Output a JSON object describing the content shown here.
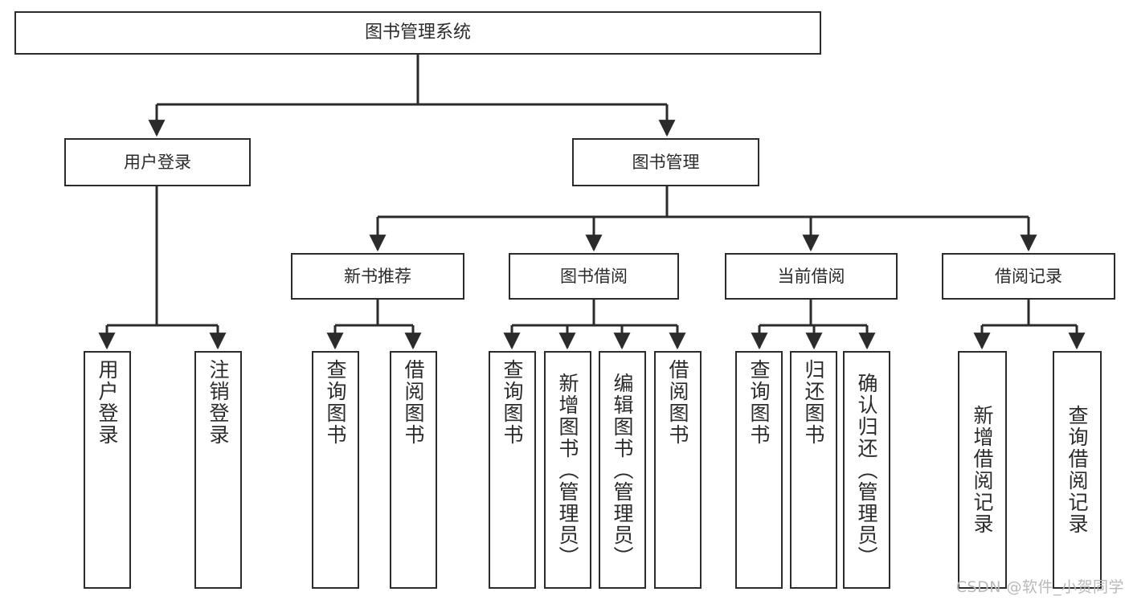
{
  "diagram": {
    "title": "图书管理系统",
    "type": "功能结构图",
    "stroke_color": "#2b2b2b",
    "background_color": "#ffffff",
    "watermark": "CSDN @软件_小贺同学"
  },
  "nodes": {
    "root": {
      "label": "图书管理系统"
    },
    "tier2": [
      {
        "label": "用户登录"
      },
      {
        "label": "图书管理"
      }
    ],
    "tier3": [
      {
        "label": "新书推荐"
      },
      {
        "label": "图书借阅"
      },
      {
        "label": "当前借阅"
      },
      {
        "label": "借阅记录"
      }
    ],
    "leaves": {
      "user_login": [
        {
          "label": "用户登录"
        },
        {
          "label": "注销登录"
        }
      ],
      "new_book": [
        {
          "label": "查询图书"
        },
        {
          "label": "借阅图书"
        }
      ],
      "borrow_book": [
        {
          "label": "查询图书"
        },
        {
          "label": "新增图书（管理员）"
        },
        {
          "label": "编辑图书（管理员）"
        },
        {
          "label": "借阅图书"
        }
      ],
      "current_borrow": [
        {
          "label": "查询图书"
        },
        {
          "label": "归还图书"
        },
        {
          "label": "确认归还（管理员）"
        }
      ],
      "borrow_record": [
        {
          "label": "新增借阅记录"
        },
        {
          "label": "查询借阅记录"
        }
      ]
    }
  },
  "chart_data": {
    "type": "diagram",
    "title": "图书管理系统",
    "hierarchy": [
      {
        "label": "图书管理系统",
        "children": [
          {
            "label": "用户登录",
            "children": [
              {
                "label": "用户登录"
              },
              {
                "label": "注销登录"
              }
            ]
          },
          {
            "label": "图书管理",
            "children": [
              {
                "label": "新书推荐",
                "children": [
                  {
                    "label": "查询图书"
                  },
                  {
                    "label": "借阅图书"
                  }
                ]
              },
              {
                "label": "图书借阅",
                "children": [
                  {
                    "label": "查询图书"
                  },
                  {
                    "label": "新增图书（管理员）"
                  },
                  {
                    "label": "编辑图书（管理员）"
                  },
                  {
                    "label": "借阅图书"
                  }
                ]
              },
              {
                "label": "当前借阅",
                "children": [
                  {
                    "label": "查询图书"
                  },
                  {
                    "label": "归还图书"
                  },
                  {
                    "label": "确认归还（管理员）"
                  }
                ]
              },
              {
                "label": "借阅记录",
                "children": [
                  {
                    "label": "新增借阅记录"
                  },
                  {
                    "label": "查询借阅记录"
                  }
                ]
              }
            ]
          }
        ]
      }
    ]
  }
}
